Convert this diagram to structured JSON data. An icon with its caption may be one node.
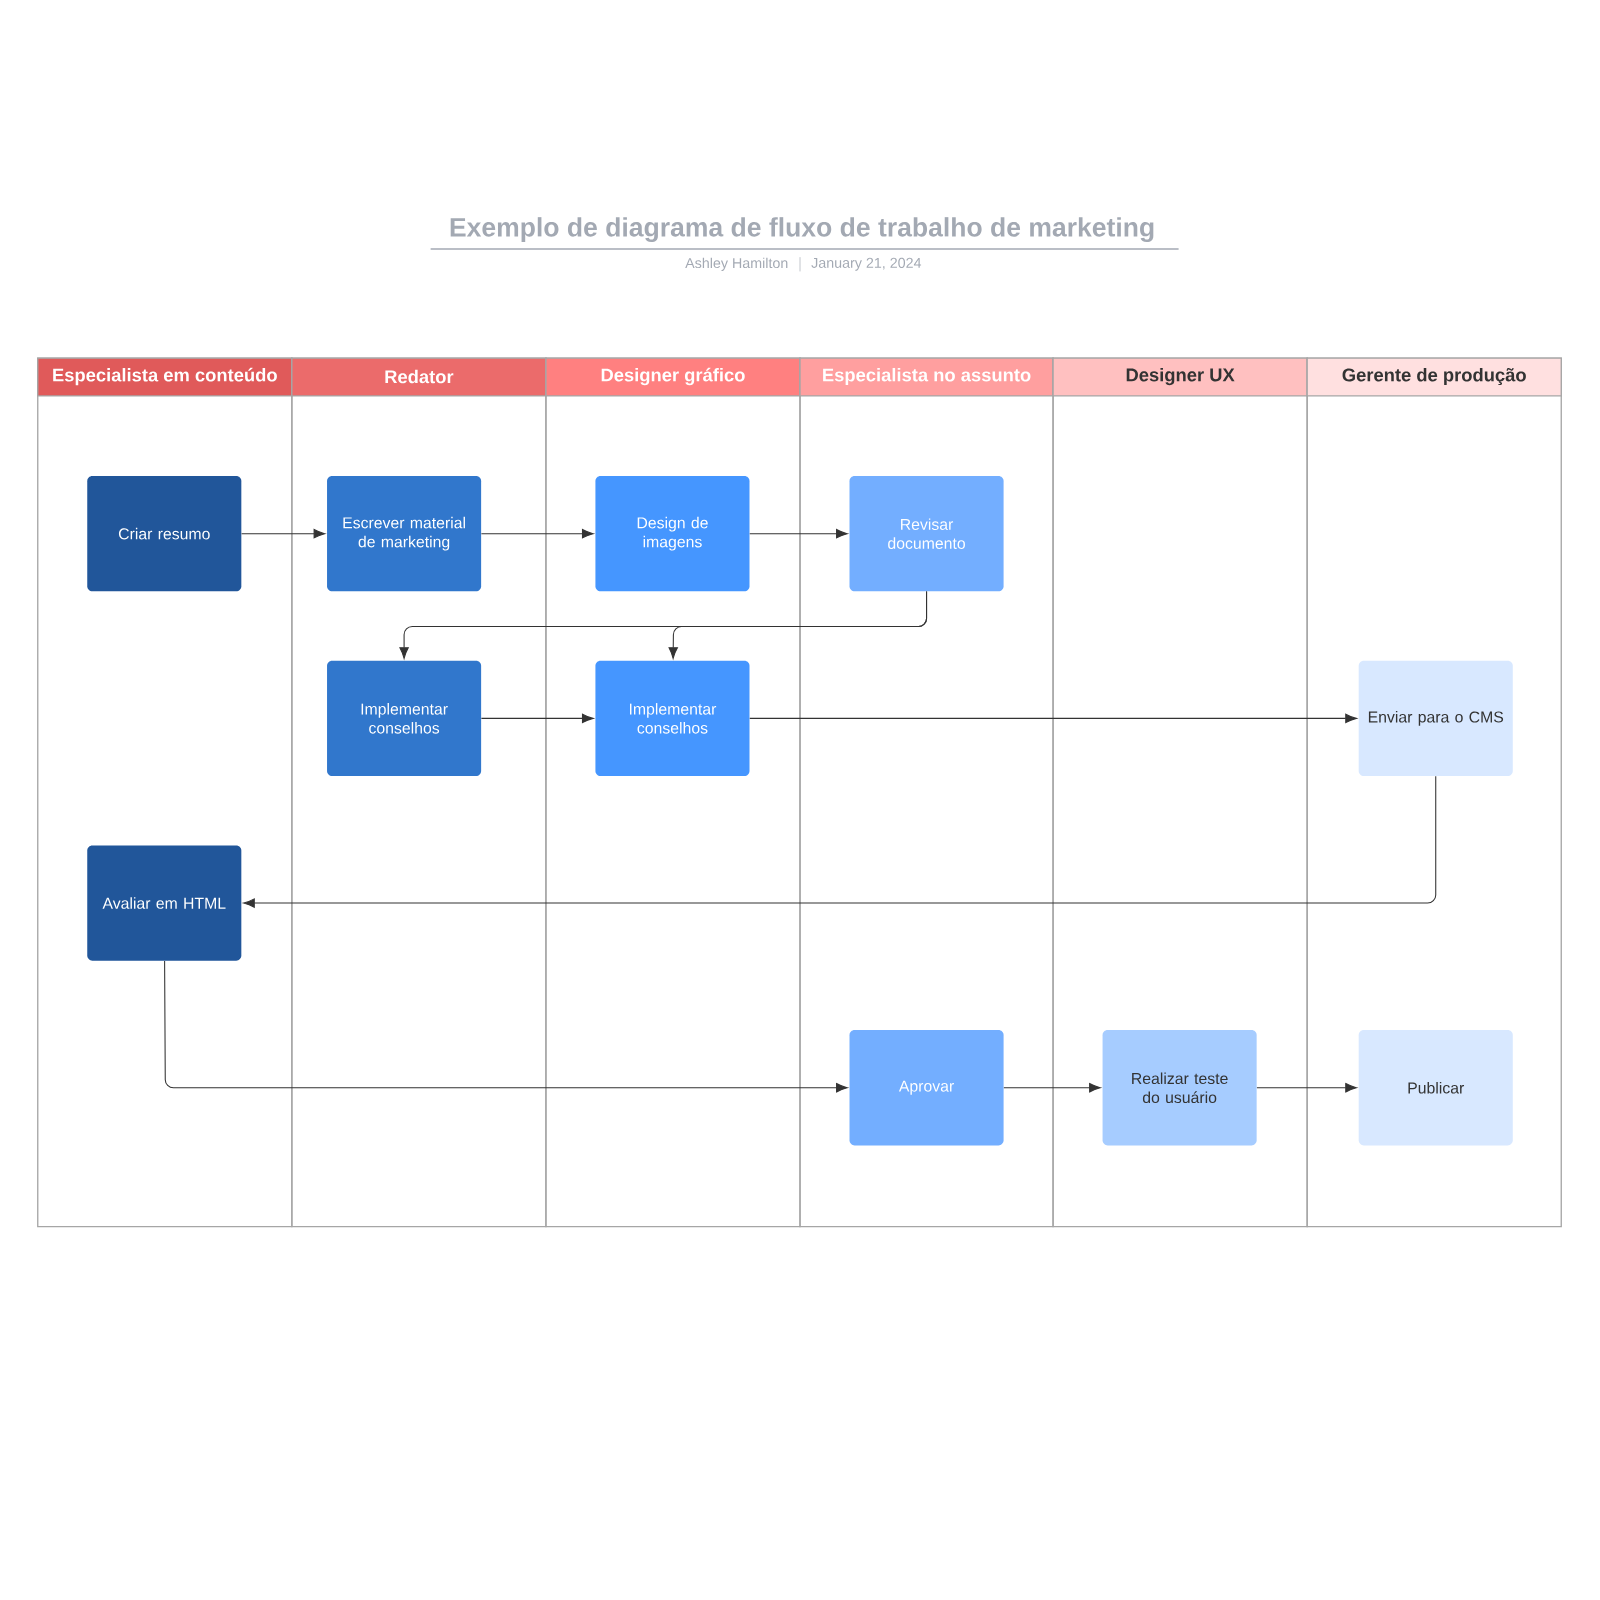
{
  "diagram": {
    "title": "Exemplo de diagrama de fluxo de trabalho de marketing",
    "nodes": [
      {
        "text": [
          "Especialista em conteúdo"
        ]
      },
      {
        "text": [
          "Redator"
        ]
      },
      {
        "text": [
          "Designer gráfico"
        ]
      },
      {
        "text": [
          "Especialista no assunto"
        ]
      },
      {
        "text": [
          "Designer UX"
        ]
      },
      {
        "text": [
          "Gerente de produção"
        ]
      },
      {
        "text": [
          "Criar resumo"
        ],
        "in": 0
      },
      {
        "text": [
          "Escrever material de marketing"
        ],
        "in": 1
      },
      {
        "text": [
          "Design de imagens"
        ],
        "in": 2
      },
      {
        "text": [
          "Revisar documento"
        ],
        "in": 3
      },
      {
        "text": [
          "Implementar conselhos"
        ],
        "in": 1
      },
      {
        "text": [
          "Implementar conselhos"
        ],
        "in": 2
      },
      {
        "text": [
          "Enviar para o CMS"
        ],
        "in": 5
      },
      {
        "text": [
          "Avaliar em HTML"
        ],
        "in": 0
      },
      {
        "text": [
          "Aprovar"
        ],
        "in": 3
      },
      {
        "text": [
          "Realizar teste do usuário"
        ],
        "in": 4
      },
      {
        "text": [
          "Publicar"
        ],
        "in": 5
      }
    ],
    "edges": [
      {
        "from": 6,
        "to": 7,
        "arrow": "to"
      },
      {
        "from": 7,
        "to": 8,
        "arrow": "to"
      },
      {
        "from": 8,
        "to": 9,
        "arrow": "to"
      },
      {
        "from": 9,
        "to": 10,
        "arrow": "to"
      },
      {
        "from": 9,
        "to": 11,
        "arrow": "to"
      },
      {
        "from": 10,
        "to": 11,
        "arrow": "to"
      },
      {
        "from": 11,
        "to": 12,
        "arrow": "to"
      },
      {
        "from": 12,
        "to": 13,
        "arrow": "to"
      },
      {
        "from": 13,
        "to": 14,
        "arrow": "to"
      },
      {
        "from": 14,
        "to": 15,
        "arrow": "to"
      },
      {
        "from": 15,
        "to": 16,
        "arrow": "to"
      }
    ],
    "labels": [
      "Ashley Hamilton",
      "January 21, 2024"
    ]
  }
}
